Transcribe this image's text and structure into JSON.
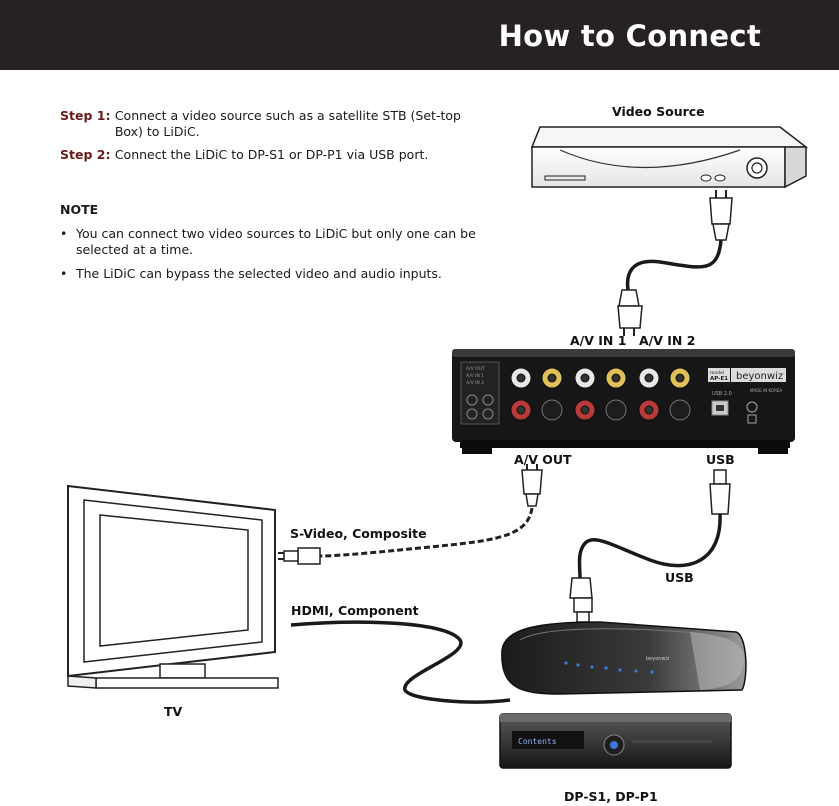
{
  "header": {
    "title": "How to Connect"
  },
  "steps": [
    {
      "label": "Step 1: ",
      "text": "Connect a video source such as a satellite STB (Set-top Box) to LiDiC."
    },
    {
      "label": "Step 2: ",
      "text": "Connect the LiDiC to DP-S1 or DP-P1 via USB port."
    }
  ],
  "note": {
    "title": "NOTE",
    "items": [
      "You can connect two video sources to LiDiC but only one can be selected at a time.",
      "The LiDiC can bypass the selected video and audio inputs."
    ]
  },
  "labels": {
    "video_source": "Video Source",
    "av_in_1": "A/V IN 1",
    "av_in_2": "A/V IN 2",
    "av_out": "A/V OUT",
    "usb_port": "USB",
    "svideo_composite": "S-Video, Composite",
    "usb_cable": "USB",
    "hdmi_component": "HDMI, Component",
    "tv": "TV",
    "players": "DP-S1, DP-P1"
  },
  "device": {
    "model": "AP-E1",
    "brand": "beyonwiz",
    "usb_text": "USB 2.0",
    "made_in": "MADE IN KOREA",
    "left_panel": [
      "A/V OUT",
      "A/V IN 1",
      "A/V IN 2"
    ]
  },
  "player": {
    "screen_text": "Contents",
    "brand": "beyonwiz"
  },
  "colors": {
    "header_bg": "#262221",
    "step_label": "#6b1a1a",
    "cable": "#1a1a1a"
  }
}
